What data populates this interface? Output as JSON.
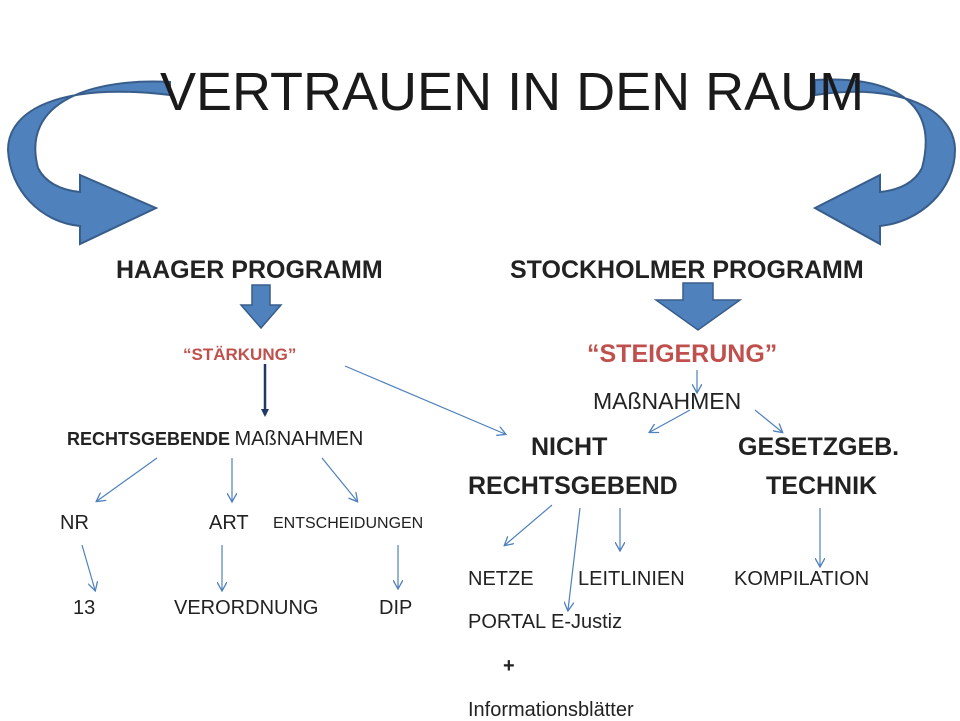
{
  "title": "VERTRAUEN IN DEN RAUM",
  "left": {
    "heading": "HAAGER PROGRAMM",
    "keyword": "“STÄRKUNG”",
    "measures_bold": "RECHTSGEBENDE",
    "measures_rest": "MAßNAHMEN",
    "branches": [
      {
        "label": "NR",
        "result": "13"
      },
      {
        "label": "ART",
        "result": "VERORDNUNG"
      },
      {
        "label": "ENTSCHEIDUNGEN",
        "result": "DIP"
      }
    ]
  },
  "right": {
    "heading": "STOCKHOLMER PROGRAMM",
    "keyword": "“STEIGERUNG”",
    "measures": "MAßNAHMEN",
    "branch_a_line1": "NICHT",
    "branch_a_line2": "RECHTSGEBEND",
    "branch_b_line1": "GESETZGEB.",
    "branch_b_line2": "TECHNIK",
    "results": {
      "netze": "NETZE",
      "leitlinien": "LEITLINIEN",
      "kompilation": "KOMPILATION",
      "portal": "PORTAL E-Justiz",
      "plus": "+",
      "info": "Informationsblätter"
    }
  },
  "colors": {
    "arrow_fill": "#4f81bd",
    "arrow_stroke": "#385d8a",
    "connector": "#4f81bd",
    "keyword_red": "#c0504d"
  }
}
